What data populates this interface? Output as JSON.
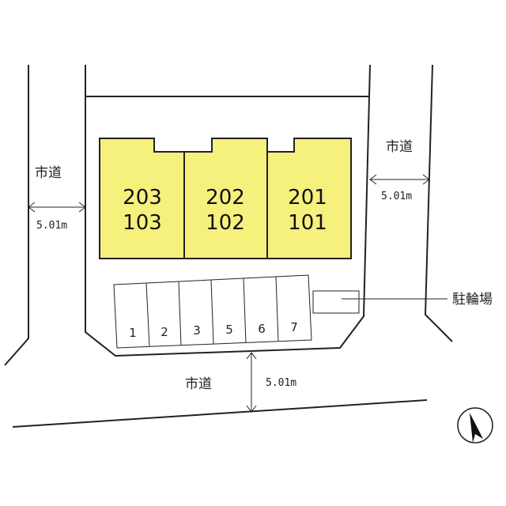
{
  "roads": {
    "left": {
      "label": "市道",
      "width": "5.01m"
    },
    "right": {
      "label": "市道",
      "width": "5.01m"
    },
    "bottom": {
      "label": "市道",
      "width": "5.01m"
    }
  },
  "units": [
    {
      "top": "203",
      "bottom": "103"
    },
    {
      "top": "202",
      "bottom": "102"
    },
    {
      "top": "201",
      "bottom": "101"
    }
  ],
  "parking_slots": [
    "1",
    "2",
    "3",
    "5",
    "6",
    "7"
  ],
  "bicycle_parking_label": "駐輪場",
  "colors": {
    "building_fill": "#f6f07d",
    "line": "#222222"
  },
  "north_arrow_icon": "north-arrow-icon"
}
